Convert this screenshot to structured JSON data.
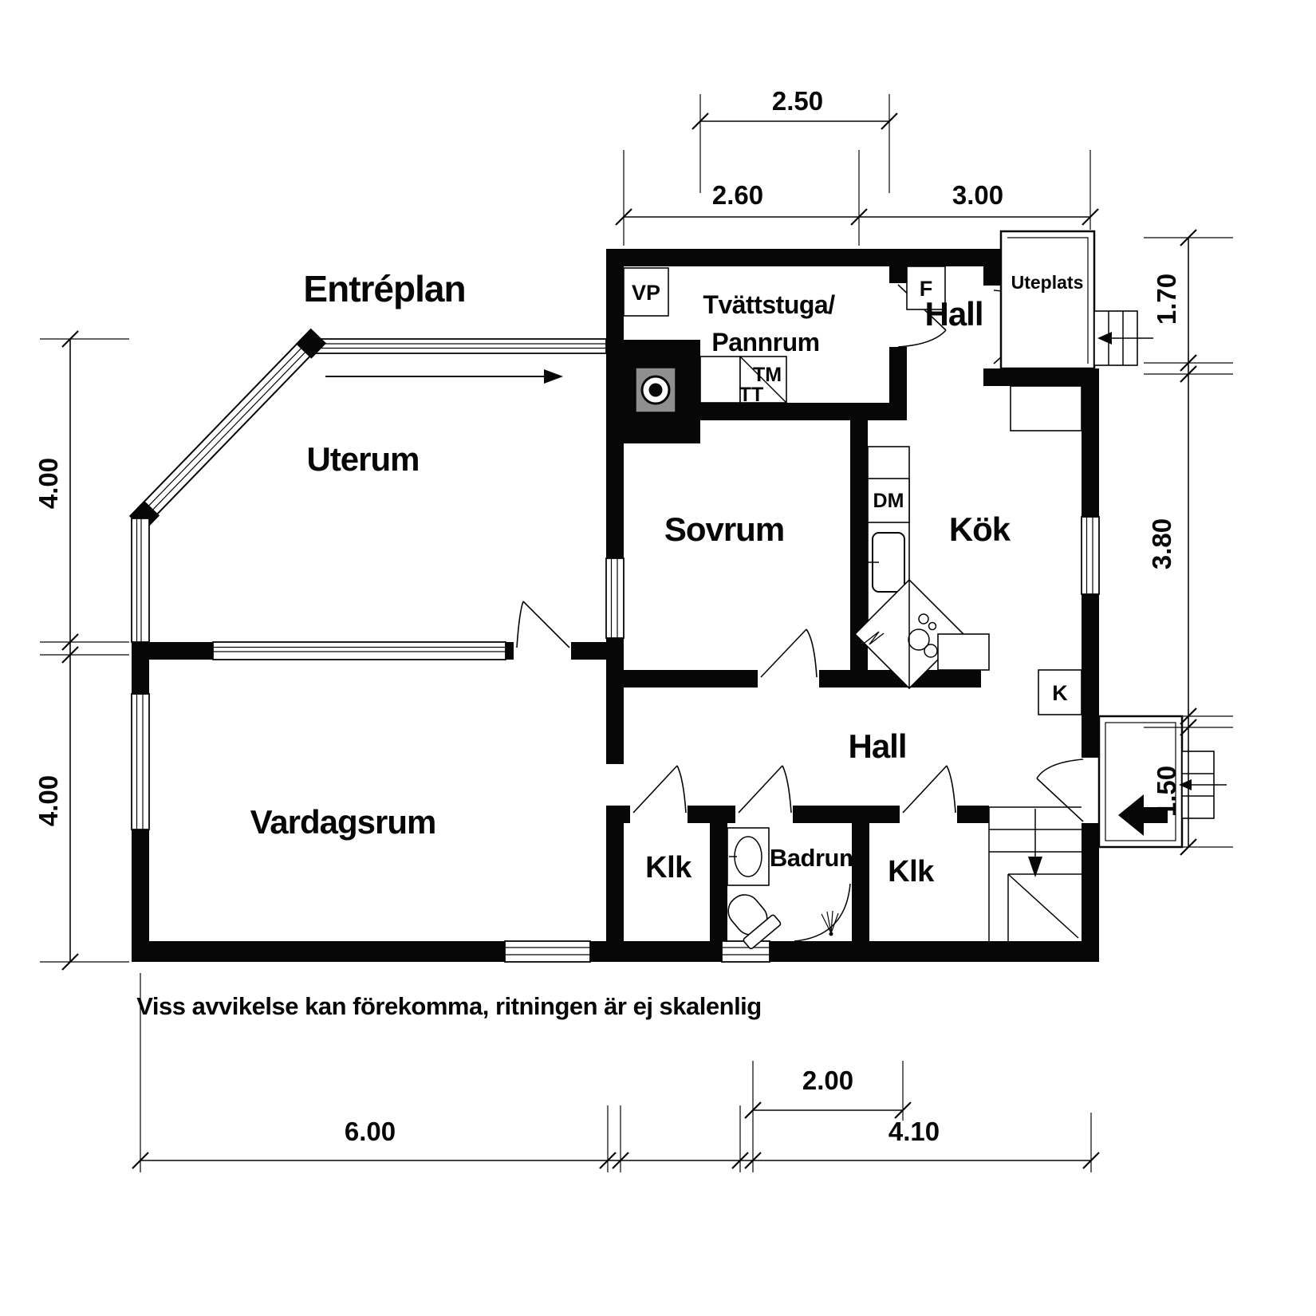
{
  "title": "Entréplan",
  "disclaimer": "Viss avvikelse kan förekomma, ritningen är ej skalenlig",
  "rooms": {
    "uterum": "Uterum",
    "sovrum": "Sovrum",
    "kok": "Kök",
    "hall_top": "Hall",
    "hall_mid": "Hall",
    "vardagsrum": "Vardagsrum",
    "tvattstuga_line1": "Tvättstuga/",
    "tvattstuga_line2": "Pannrum",
    "klk_left": "Klk",
    "badrum": "Badrum",
    "klk_right": "Klk",
    "uteplats": "Uteplats"
  },
  "appliances": {
    "heat_pump": "VP",
    "freezer": "F",
    "washing_machine": "TM",
    "tumble_dryer": "TT",
    "dishwasher": "DM",
    "fridge": "K"
  },
  "dimensions": {
    "top_inner": "2.50",
    "top_left": "2.60",
    "top_right": "3.00",
    "right_top": "1.70",
    "right_mid": "3.80",
    "right_bottom": "1.50",
    "left_top": "4.00",
    "left_bottom": "4.00",
    "bottom_inner": "2.00",
    "bottom_left": "6.00",
    "bottom_right": "4.10"
  },
  "colors": {
    "ink": "#070707",
    "chimney_gray": "#8f8f8f",
    "background": "#ffffff"
  }
}
